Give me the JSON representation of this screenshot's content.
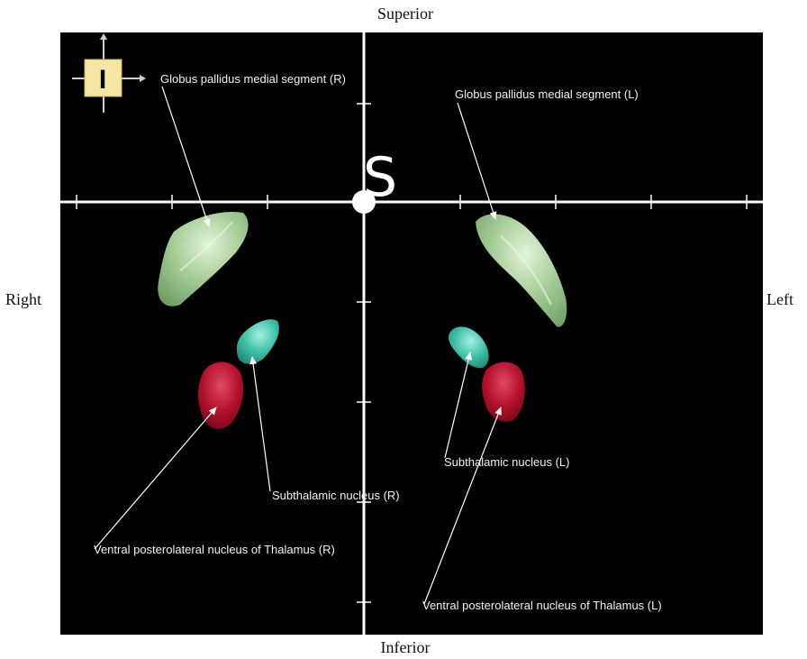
{
  "orientation": {
    "superior": "Superior",
    "inferior": "Inferior",
    "right": "Right",
    "left": "Left"
  },
  "axis_marker": "S",
  "orientation_cube_letter": "I",
  "structures": [
    {
      "key": "gp_r",
      "label": "Globus pallidus medial segment (R)",
      "color": "#a8cf9a"
    },
    {
      "key": "gp_l",
      "label": "Globus pallidus medial segment (L)",
      "color": "#a8cf9a"
    },
    {
      "key": "stn_r",
      "label": "Subthalamic nucleus (R)",
      "color": "#3bbfa6"
    },
    {
      "key": "stn_l",
      "label": "Subthalamic nucleus (L)",
      "color": "#3bbfa6"
    },
    {
      "key": "vpl_r",
      "label": "Ventral posterolateral nucleus of Thalamus (R)",
      "color": "#b3102a"
    },
    {
      "key": "vpl_l",
      "label": "Ventral posterolateral nucleus of Thalamus (L)",
      "color": "#b3102a"
    }
  ],
  "colors": {
    "background": "#000000",
    "axes": "#ffffff",
    "cube": "#f5e6a3"
  }
}
